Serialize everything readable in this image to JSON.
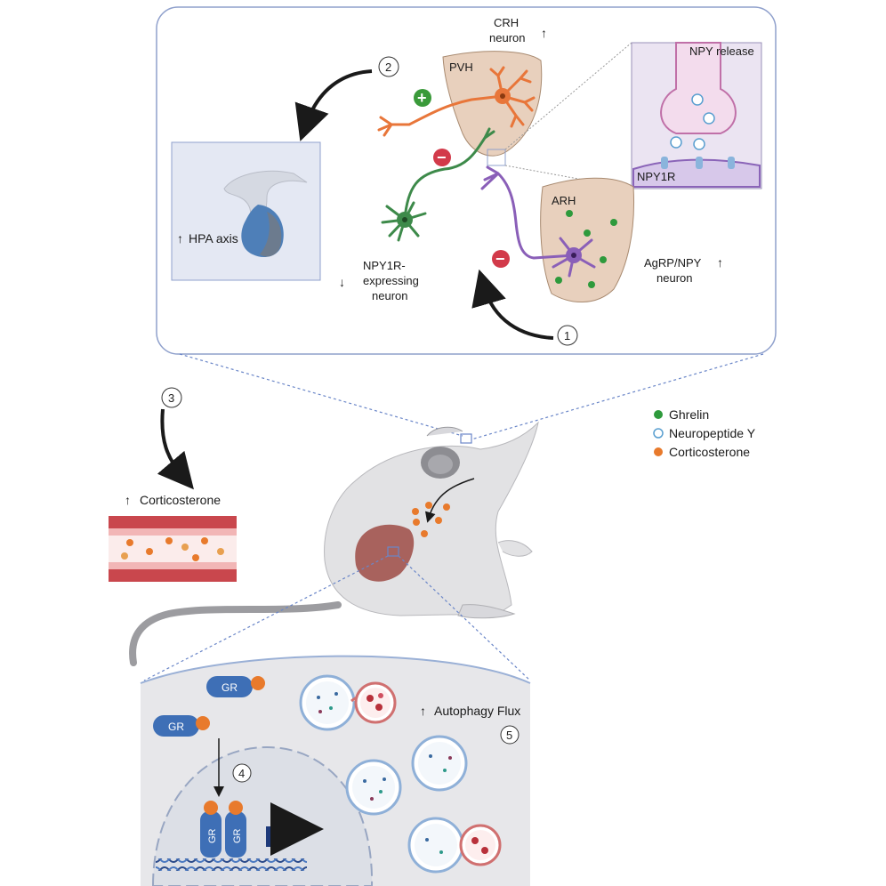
{
  "top_panel": {
    "crh_neuron": {
      "line1": "CRH",
      "line2": "neuron"
    },
    "pvh_label": "PVH",
    "arh_label": "ARH",
    "npy_release_label": "NPY release",
    "npy1r_label": "NPY1R",
    "hpa_axis_label": "HPA axis",
    "npy1r_neuron": {
      "line1": "NPY1R-",
      "line2": "expressing",
      "line3": "neuron"
    },
    "agrp_neuron": {
      "line1": "AgRP/NPY",
      "line2": "neuron"
    },
    "plus_sign": "+",
    "minus_sign": "−",
    "step_1": "1",
    "step_2": "2"
  },
  "legend": [
    {
      "label": "Ghrelin",
      "color": "#2e9a3c",
      "style": "filled"
    },
    {
      "label": "Neuropeptide Y",
      "color": "#5a9fd0",
      "style": "outline"
    },
    {
      "label": "Corticosterone",
      "color": "#e87a2c",
      "style": "filled"
    }
  ],
  "blood_vessel": {
    "label": "Corticosterone",
    "step": "3"
  },
  "liver_cell": {
    "gr_label": "GR",
    "autophagy_label": "Autophagy Flux",
    "step_4": "4",
    "step_5": "5"
  },
  "colors": {
    "panel_border": "#8fa0cc",
    "pvh_fill": "#e8d0bd",
    "crh_neuron": "#e8763a",
    "npy1r_neuron": "#3d8a4a",
    "agrp_neuron": "#8a5fb8",
    "gr_receptor": "#3e6fb6",
    "liver": "#9e4b45",
    "arrow_black": "#1a1a1a"
  },
  "arrows": [
    "up-arrow",
    "up-arrow",
    "down-arrow",
    "up-arrow",
    "up-arrow",
    "up-arrow"
  ]
}
